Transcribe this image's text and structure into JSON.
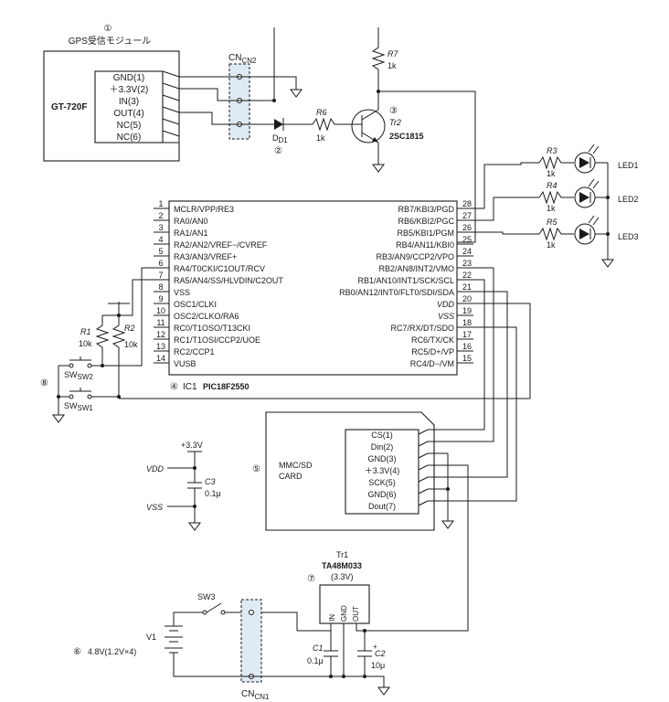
{
  "gps": {
    "num": "①",
    "title": "GPS受信モジュール",
    "model": "GT-720F",
    "pins": [
      "GND(1)",
      "＋3.3V(2)",
      "IN(3)",
      "OUT(4)",
      "NC(5)",
      "NC(6)"
    ]
  },
  "cn2": "CN2",
  "d1": {
    "name": "D1",
    "num": "②"
  },
  "r6": {
    "name": "R6",
    "value": "1k"
  },
  "r7": {
    "name": "R7",
    "value": "1k"
  },
  "tr2": {
    "num": "③",
    "name": "Tr2",
    "part": "2SC1815"
  },
  "leds": [
    {
      "r": "R3",
      "rv": "1k",
      "led": "LED1"
    },
    {
      "r": "R4",
      "rv": "1k",
      "led": "LED2"
    },
    {
      "r": "R5",
      "rv": "1k",
      "led": "LED3"
    }
  ],
  "mcu": {
    "num": "④",
    "name": "IC1",
    "part": "PIC18F2550",
    "left_pins": [
      {
        "n": "1",
        "label": "MCLR/VPP/RE3"
      },
      {
        "n": "2",
        "label": "RA0/AN0"
      },
      {
        "n": "3",
        "label": "RA1/AN1"
      },
      {
        "n": "4",
        "label": "RA2/AN2/VREF−/CVREF"
      },
      {
        "n": "5",
        "label": "RA3/AN3/VREF+"
      },
      {
        "n": "6",
        "label": "RA4/T0CKI/C1OUT/RCV"
      },
      {
        "n": "7",
        "label": "RA5/AN4/SS/HLVDIN/C2OUT"
      },
      {
        "n": "8",
        "label": "VSS"
      },
      {
        "n": "9",
        "label": "OSC1/CLKI"
      },
      {
        "n": "10",
        "label": "OSC2/CLKO/RA6"
      },
      {
        "n": "11",
        "label": "RC0/T1OSO/T13CKI"
      },
      {
        "n": "12",
        "label": "RC1/T1OSI/CCP2/UOE"
      },
      {
        "n": "13",
        "label": "RC2/CCP1"
      },
      {
        "n": "14",
        "label": "VUSB"
      }
    ],
    "right_pins": [
      {
        "n": "28",
        "label": "RB7/KBI3/PGD"
      },
      {
        "n": "27",
        "label": "RB6/KBI2/PGC"
      },
      {
        "n": "26",
        "label": "RB5/KBI1/PGM"
      },
      {
        "n": "25",
        "label": "RB4/AN11/KBI0"
      },
      {
        "n": "24",
        "label": "RB3/AN9/CCP2/VPO"
      },
      {
        "n": "23",
        "label": "RB2/AN8/INT2/VMO"
      },
      {
        "n": "22",
        "label": "RB1/AN10/INT1/SCK/SCL"
      },
      {
        "n": "21",
        "label": "RB0/AN12/INT0/FLT0/SDI/SDA"
      },
      {
        "n": "20",
        "label": "VDD"
      },
      {
        "n": "19",
        "label": "VSS"
      },
      {
        "n": "18",
        "label": "RC7/RX/DT/SDO"
      },
      {
        "n": "17",
        "label": "RC6/TX/CK"
      },
      {
        "n": "16",
        "label": "RC5/D+/VP"
      },
      {
        "n": "15",
        "label": "RC4/D−/VM"
      }
    ]
  },
  "r1": {
    "name": "R1",
    "value": "10k"
  },
  "r2": {
    "name": "R2",
    "value": "10k"
  },
  "sw": {
    "num": "⑧",
    "sw1": "SW1",
    "sw2": "SW2"
  },
  "card": {
    "num": "⑤",
    "title1": "MMC/SD",
    "title2": "CARD",
    "pins": [
      "CS(1)",
      "Din(2)",
      "GND(3)",
      "＋3.3V(4)",
      "SCK(5)",
      "GND(6)",
      "Dout(7)"
    ]
  },
  "c3": {
    "vplus": "+3.3V",
    "vdd": "VDD",
    "vss": "VSS",
    "name": "C3",
    "value": "0.1μ"
  },
  "tr1": {
    "name": "Tr1",
    "part": "TA48M033",
    "volt": "(3.3V)",
    "num": "⑦",
    "pin_in": "IN",
    "pin_gnd": "GND",
    "pin_out": "OUT"
  },
  "c1": {
    "name": "C1",
    "value": "0.1μ"
  },
  "c2": {
    "name": "C2",
    "value": "10μ"
  },
  "sw3": "SW3",
  "v1": {
    "num": "⑥",
    "name": "V1",
    "value": "4.8V(1.2V×4)"
  },
  "cn1": "CN1"
}
